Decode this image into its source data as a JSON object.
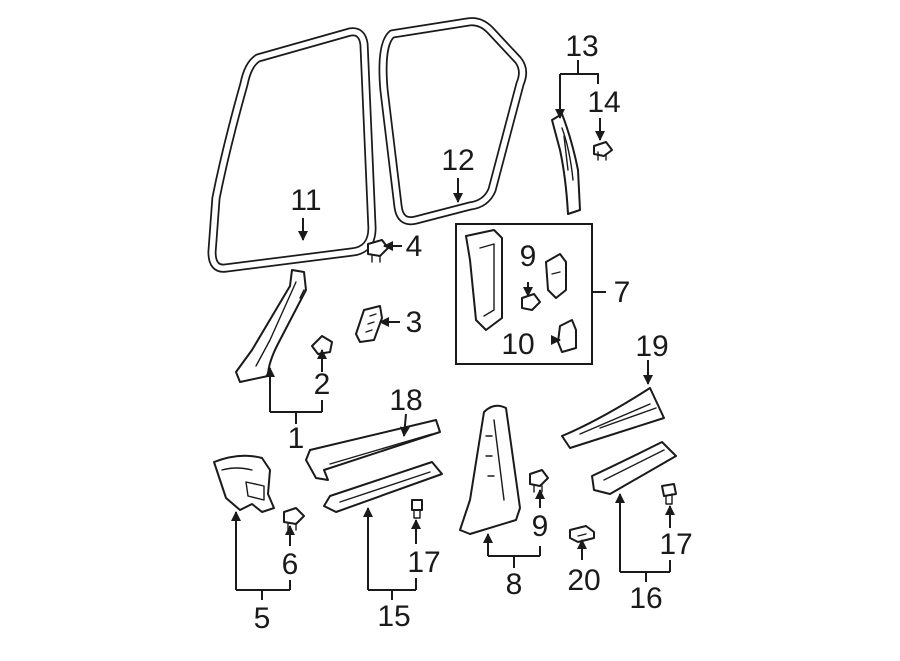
{
  "callouts": {
    "c1": "1",
    "c2": "2",
    "c3": "3",
    "c4": "4",
    "c5": "5",
    "c6": "6",
    "c7": "7",
    "c8": "8",
    "c9a": "9",
    "c9b": "9",
    "c10": "10",
    "c11": "11",
    "c12": "12",
    "c13": "13",
    "c14": "14",
    "c15": "15",
    "c16": "16",
    "c17a": "17",
    "c17b": "17",
    "c18": "18",
    "c19": "19",
    "c20": "20"
  }
}
